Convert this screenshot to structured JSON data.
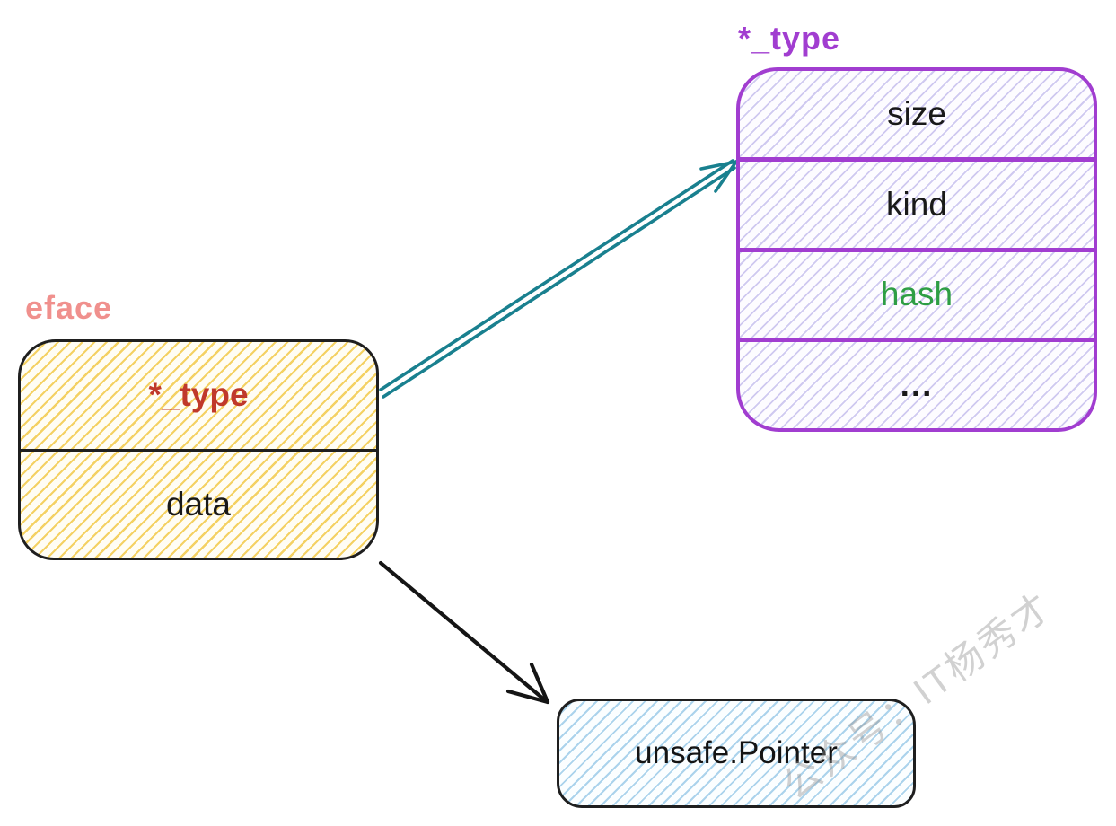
{
  "eface": {
    "label": "eface",
    "rows": [
      {
        "text": "*_type"
      },
      {
        "text": "data"
      }
    ]
  },
  "type_struct": {
    "label": "*_type",
    "rows": [
      {
        "text": "size"
      },
      {
        "text": "kind"
      },
      {
        "text": "hash"
      },
      {
        "text": "..."
      }
    ]
  },
  "pointer": {
    "label": "unsafe.Pointer"
  },
  "watermark": {
    "text": "公众号：IT杨秀才"
  },
  "colors": {
    "eface_label": "#f0908d",
    "eface_border": "#1f1f1f",
    "eface_hatch": "#f4d163",
    "eface_type_text": "#c0392b",
    "type_label": "#a13dd0",
    "type_border": "#a13dd0",
    "type_hatch": "#cfc9f0",
    "hash_text": "#2e9e44",
    "arrow_teal": "#19808f",
    "arrow_black": "#151515",
    "pointer_border": "#1f1f1f",
    "pointer_hatch": "#abd3ec",
    "watermark": "rgba(145,145,145,0.42)"
  }
}
